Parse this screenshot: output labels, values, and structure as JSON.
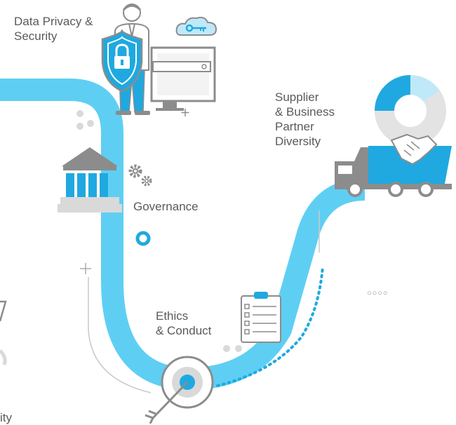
{
  "labels": {
    "data_privacy": [
      "Data Privacy &",
      "Security"
    ],
    "supplier": [
      "Supplier",
      "& Business",
      "Partner",
      "Diversity"
    ],
    "governance": [
      "Governance"
    ],
    "ethics": [
      "Ethics",
      "& Conduct"
    ],
    "cut_off": [
      "ity"
    ]
  },
  "decor": {
    "dots_text": "○○○○"
  },
  "colors": {
    "path": "#5ecff3",
    "accent": "#1fa9e0",
    "gray": "#8c8c8c",
    "light_gray": "#d9d9d9",
    "text": "#5a5a5a"
  },
  "icons": [
    "security-guard-icon",
    "shield-lock-icon",
    "computer-monitor-icon",
    "cloud-key-icon",
    "government-building-icon",
    "gears-icon",
    "target-icon",
    "arrow-icon",
    "clipboard-checklist-icon",
    "delivery-truck-icon",
    "handshake-icon",
    "donut-chart-icon"
  ]
}
